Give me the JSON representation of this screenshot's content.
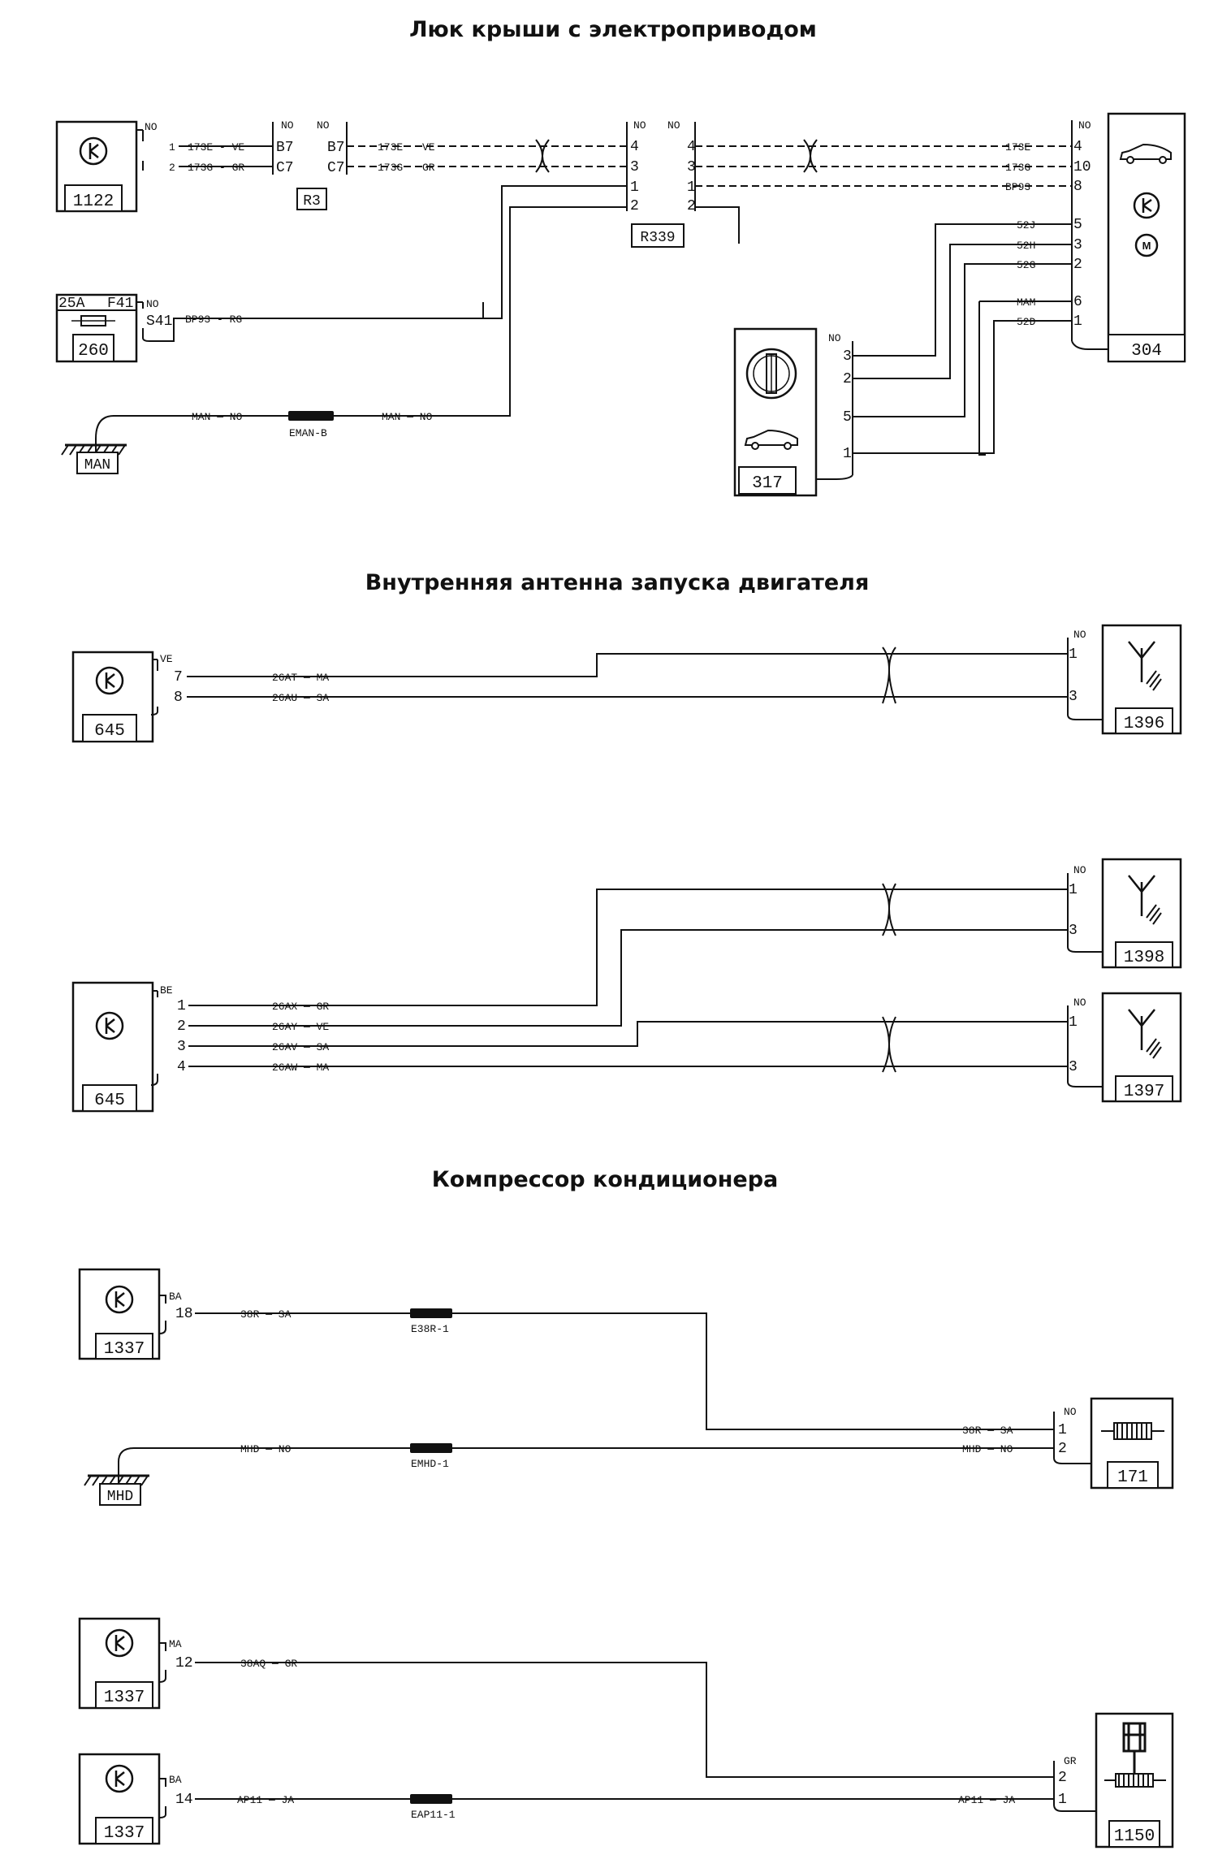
{
  "titles": {
    "sunroof": "Люк крыши с электроприводом",
    "antenna": "Внутренняя антенна запуска двигателя",
    "compressor": "Компрессор кондиционера"
  },
  "components": {
    "c1122": "1122",
    "r3": "R3",
    "r339": "R339",
    "c304": "304",
    "c260": "260",
    "fuse_rating": "25A",
    "fuse_id": "F41",
    "fuse_pin": "S41",
    "c317": "317",
    "man": "MAN",
    "c645": "645",
    "c1396": "1396",
    "c1398": "1398",
    "c1397": "1397",
    "c1337": "1337",
    "mhd": "MHD",
    "c171": "171",
    "c1150": "1150"
  },
  "connectors": {
    "no": "NO",
    "ve": "VE",
    "be": "BE",
    "ba": "BA",
    "ma": "MA",
    "gr": "GR"
  },
  "splices": {
    "eman": "EMAN-B",
    "e38r": "E38R-1",
    "emhd": "EMHD-1",
    "eap11": "EAP11-1"
  },
  "wires": {
    "w173e_ve": "173E - VE",
    "w173g_gr": "173G - GR",
    "w173e": "173E",
    "w173g": "173G",
    "bp93": "BP93",
    "bp93_rg": "BP93 - RG",
    "w52j": "52J",
    "w52h": "52H",
    "w52g": "52G",
    "mam": "MAM",
    "w52d": "52D",
    "man_no": "MAN — NO",
    "w26at": "26AT — MA",
    "w26au": "26AU — SA",
    "w26ax": "26AX — GR",
    "w26ay": "26AY — VE",
    "w26av": "26AV — SA",
    "w26aw": "26AW — MA",
    "w38r": "38R — SA",
    "mhd_no": "MHD — NO",
    "w38aq": "38AQ — GR",
    "ap11": "AP11 — JA"
  },
  "pins": {
    "p1": "1",
    "p2": "2",
    "p3": "3",
    "p4": "4",
    "p5": "5",
    "p6": "6",
    "p7": "7",
    "p8": "8",
    "p10": "10",
    "p12": "12",
    "p14": "14",
    "p18": "18",
    "b7": "B7",
    "c7": "C7"
  }
}
